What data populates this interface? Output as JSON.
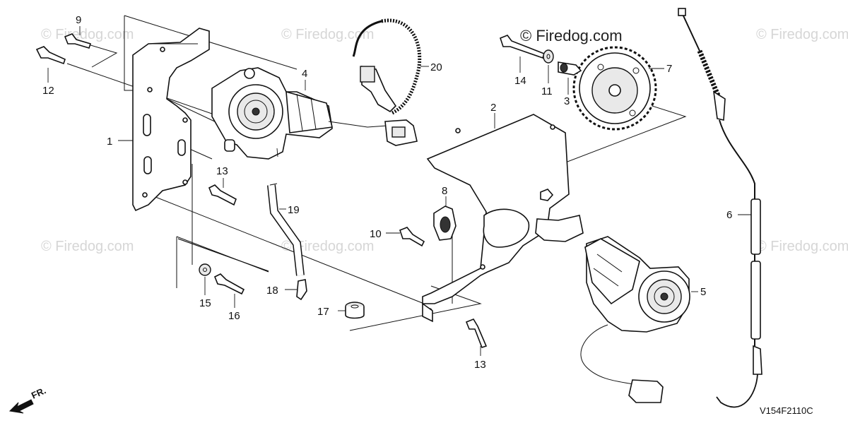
{
  "watermarks": {
    "main": "© Firedog.com",
    "repeated": "© Firedog.com"
  },
  "diagram_code": "V154F2110C",
  "direction_label": "FR.",
  "callouts": [
    {
      "id": "c1",
      "label": "1"
    },
    {
      "id": "c2",
      "label": "2"
    },
    {
      "id": "c3",
      "label": "3"
    },
    {
      "id": "c4",
      "label": "4"
    },
    {
      "id": "c5",
      "label": "5"
    },
    {
      "id": "c6",
      "label": "6"
    },
    {
      "id": "c7",
      "label": "7"
    },
    {
      "id": "c8",
      "label": "8"
    },
    {
      "id": "c9",
      "label": "9"
    },
    {
      "id": "c10",
      "label": "10"
    },
    {
      "id": "c11",
      "label": "11"
    },
    {
      "id": "c12",
      "label": "12"
    },
    {
      "id": "c13a",
      "label": "13"
    },
    {
      "id": "c13b",
      "label": "13"
    },
    {
      "id": "c14",
      "label": "14"
    },
    {
      "id": "c15",
      "label": "15"
    },
    {
      "id": "c16",
      "label": "16"
    },
    {
      "id": "c17",
      "label": "17"
    },
    {
      "id": "c18",
      "label": "18"
    },
    {
      "id": "c19",
      "label": "19"
    },
    {
      "id": "c20",
      "label": "20"
    }
  ]
}
